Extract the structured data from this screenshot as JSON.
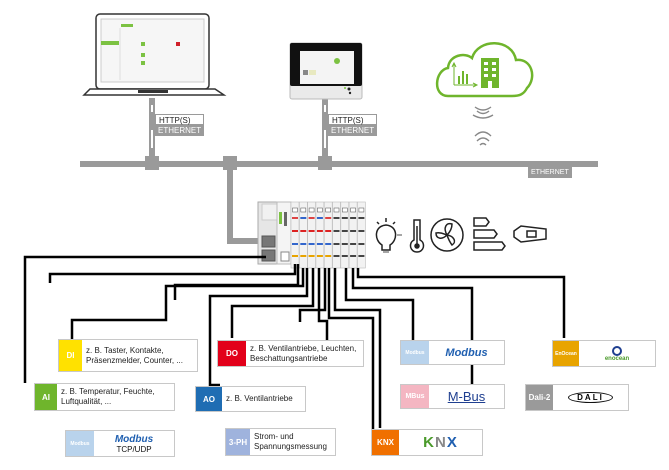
{
  "network": {
    "http_label_1": "HTTP(S)",
    "ethernet_label_1": "ETHERNET",
    "http_label_2": "HTTP(S)",
    "ethernet_label_2": "ETHERNET",
    "backbone_label": "ETHERNET"
  },
  "devices": {
    "laptop": "laptop-icon",
    "touch_panel": "touch-panel-icon",
    "cloud": "cloud-building-icon",
    "wireless": "wireless-signal-icon",
    "controller": "controller-io-module-icon"
  },
  "loads": [
    "light-bulb-icon",
    "thermometer-icon",
    "fan-icon",
    "energy-rating-icon",
    "blind-drive-icon"
  ],
  "modules": [
    {
      "id": "di",
      "tag": "DI",
      "color": "#ffe100",
      "text": [
        "z. B. Taster, Kontakte,",
        "Präsenzmelder, Counter, ..."
      ]
    },
    {
      "id": "ai",
      "tag": "AI",
      "color": "#6fb52c",
      "text": [
        "z. B. Temperatur, Feuchte,",
        "Luftqualität, ..."
      ]
    },
    {
      "id": "modbus-tcp",
      "tag": "Modbus",
      "color": "#b9d3ec",
      "logo": "Modbus",
      "sub": "TCP/UDP"
    },
    {
      "id": "do",
      "tag": "DO",
      "color": "#e2001a",
      "text": [
        "z. B. Ventilantriebe, Leuchten,",
        "Beschattungsantriebe"
      ]
    },
    {
      "id": "ao",
      "tag": "AO",
      "color": "#1f6db3",
      "text": [
        "z. B. Ventilantriebe"
      ]
    },
    {
      "id": "3ph",
      "tag": "3-PH",
      "color": "#9fb3dd",
      "text": [
        "Strom- und",
        "Spannungsmessung"
      ]
    },
    {
      "id": "knx",
      "tag": "KNX",
      "color": "#f07000",
      "logo": "KNX"
    },
    {
      "id": "modbus",
      "tag": "Modbus",
      "color": "#b9d3ec",
      "logo": "Modbus"
    },
    {
      "id": "mbus",
      "tag": "MBus",
      "color": "#f4b6c2",
      "logo": "M-Bus"
    },
    {
      "id": "dali",
      "tag": "Dali-2",
      "color": "#9a9a9a",
      "logo": "DALI"
    },
    {
      "id": "enocean",
      "tag": "EnOcean",
      "color": "#e8a400",
      "logo": "enocean"
    }
  ]
}
